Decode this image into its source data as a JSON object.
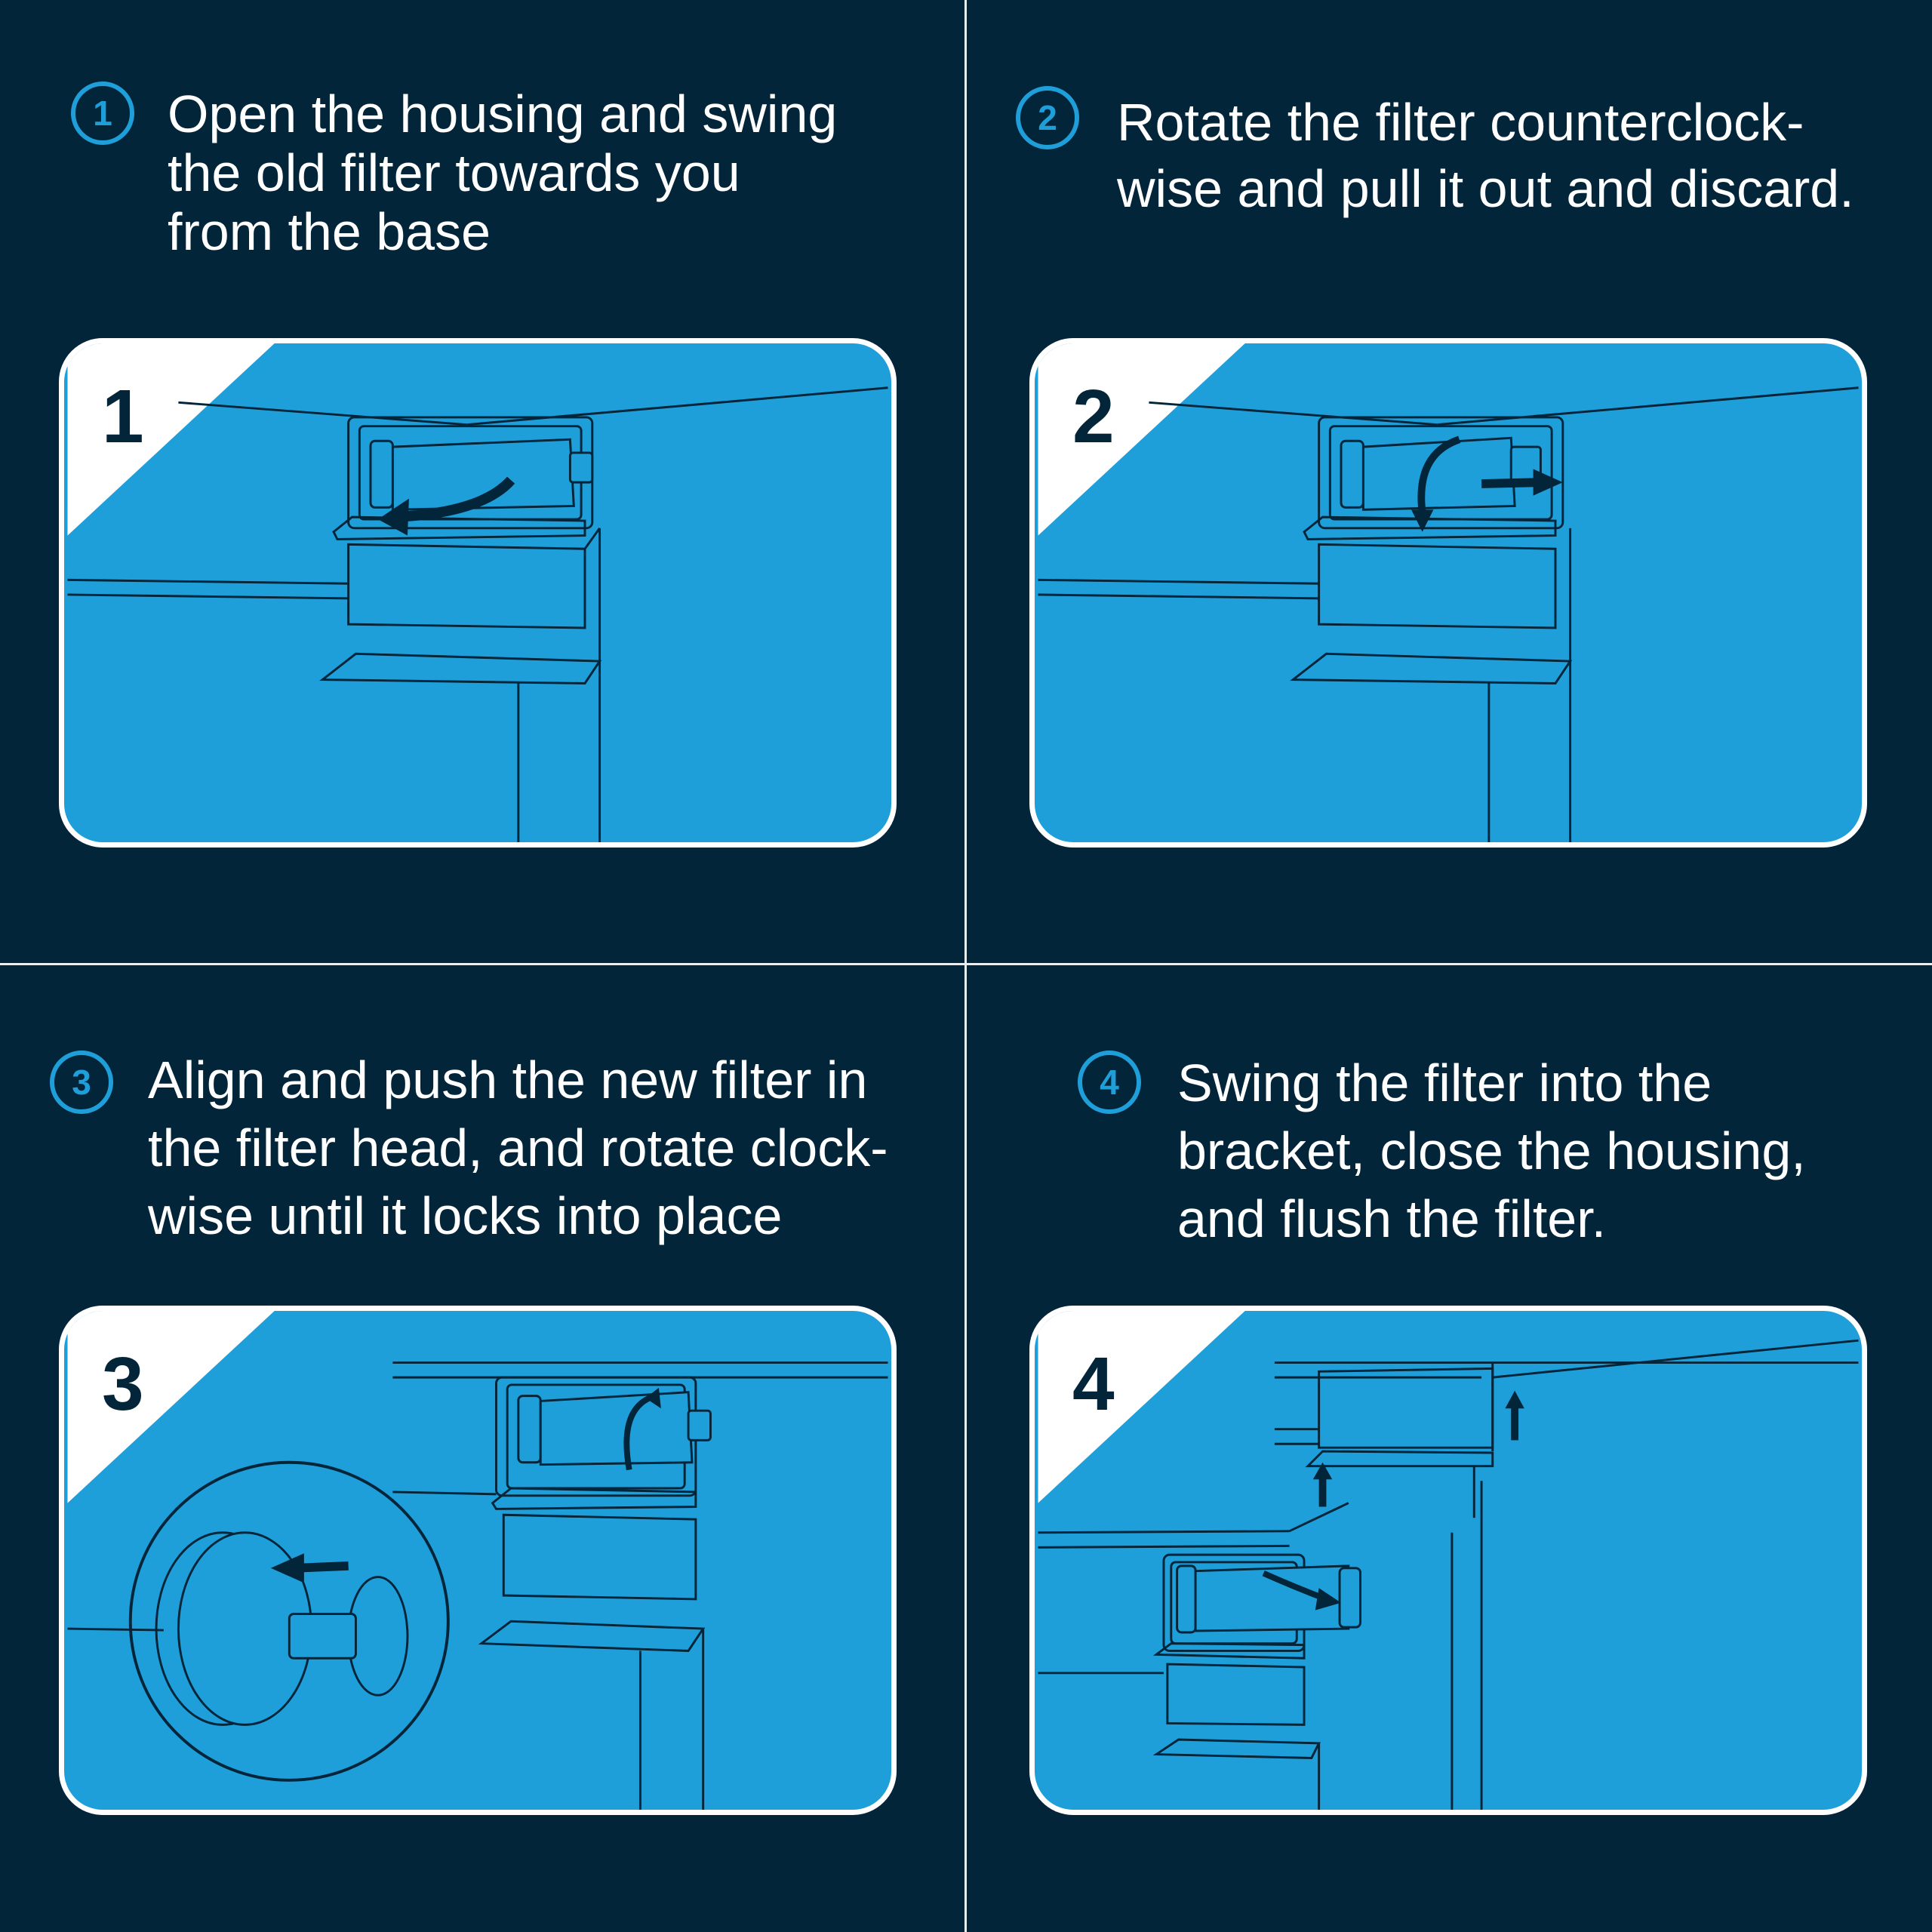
{
  "steps": [
    {
      "number": "1",
      "panel_label": "1",
      "text": "Open the housing and swing\nthe old filter towards you\nfrom the base"
    },
    {
      "number": "2",
      "panel_label": "2",
      "text": "Rotate the filter counterclock-\nwise and pull it out and discard."
    },
    {
      "number": "3",
      "panel_label": "3",
      "text": "Align and push the new filter in\nthe filter head, and rotate clock-\nwise until it locks into place"
    },
    {
      "number": "4",
      "panel_label": "4",
      "text": "Swing the filter into the\nbracket, close the housing,\nand flush the filter."
    }
  ],
  "colors": {
    "background": "#02253a",
    "accent": "#1f9fd9",
    "line": "#02253a",
    "border": "#ffffff"
  }
}
